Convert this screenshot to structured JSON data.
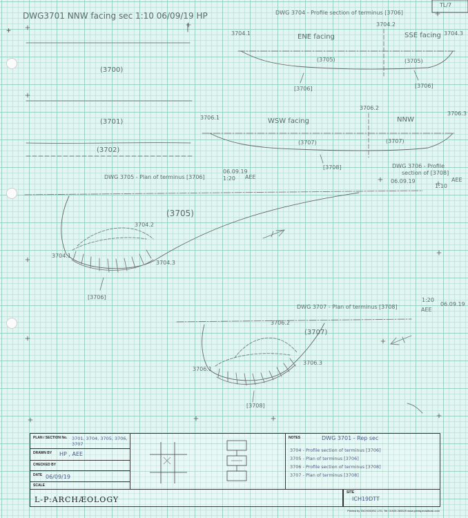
{
  "sheet_corner": "TL/7",
  "dwg_3701": {
    "title": "DWG3701 NNW facing sec 1:10 06/09/19 HP",
    "layers": [
      "(3700)",
      "(3701)",
      "(3702)"
    ]
  },
  "dwg_3704": {
    "title": "DWG 3704 - Profile section of terminus [3706]",
    "points": [
      "3704.1",
      "3704.2",
      "3704.3"
    ],
    "facings": [
      "ENE facing",
      "SSE facing"
    ],
    "labels": [
      "(3705)",
      "(3705)",
      "[3706]",
      "[3706]"
    ]
  },
  "dwg_3706": {
    "points": [
      "3706.1",
      "3706.2",
      "3706.3"
    ],
    "facings": [
      "WSW facing",
      "NNW"
    ],
    "labels": [
      "(3707)",
      "(3707)",
      "[3708]"
    ],
    "title_line1": "DWG 3706 - Profile",
    "title_line2": "section of [3708]",
    "date": "06.09.19",
    "scale": "1:10",
    "initials": "AEE"
  },
  "dwg_3705": {
    "title": "DWG 3705 - Plan of terminus [3706]",
    "date": "06.09.19",
    "scale": "1:20",
    "initials": "AEE",
    "labels": [
      "(3705)",
      "3704.2",
      "3704.1",
      "3704.3",
      "[3706]"
    ]
  },
  "dwg_3707": {
    "title": "DWG 3707 - Plan of terminus [3708]",
    "scale": "1:20",
    "initials": "AEE",
    "date": "06.09.19",
    "labels": [
      "(3707)",
      "3706.2",
      "3706.1",
      "3706.3",
      "[3708]"
    ]
  },
  "title_block": {
    "plan_section_label": "PLAN / SECTION No.",
    "plan_section_value": "3701, 3704, 3705, 3706, 3707",
    "drawn_by_label": "DRAWN BY",
    "drawn_by_value": "HP , AEE",
    "checked_by_label": "CHECKED BY",
    "checked_by_value": "",
    "date_label": "DATE",
    "date_value": "06/09/19",
    "scale_label": "SCALE",
    "scale_value": "",
    "notes_label": "NOTES",
    "notes_header": "DWG 3701 - Rep sec",
    "notes": [
      "3704 - Profile section of terminus [3706]",
      "3705 - Plan of terminus [3706]",
      "3706 - Profile section of terminus [3708]",
      "3707 - Plan of terminus [3708]"
    ],
    "site_label": "SITE",
    "site_value": "ICH19DTT",
    "brand": "L-P:ARCHÆOLOGY",
    "printed_by": "Printed by TACHODISC LTD. Tel: 01925 265329 www.printspecialbusk.com"
  }
}
